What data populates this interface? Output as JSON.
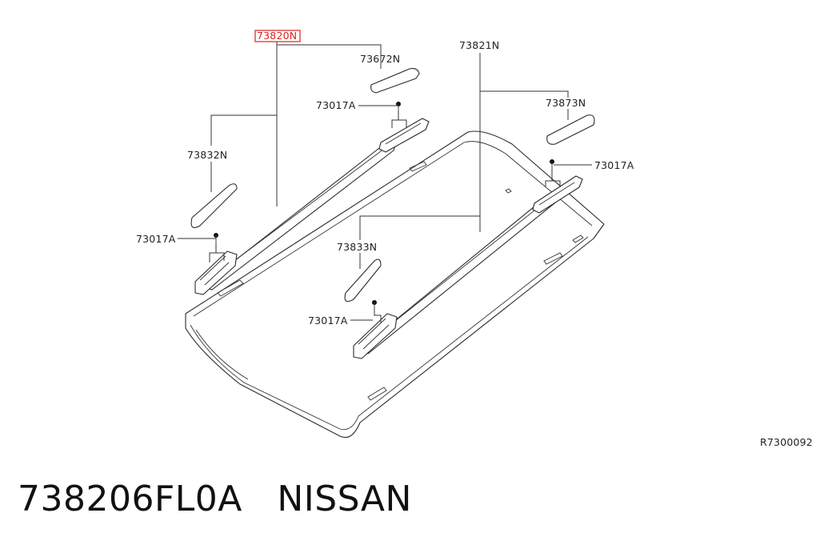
{
  "labels": {
    "main_part": "73820N",
    "right_rail": "73821N",
    "front_cover_left": "73672N",
    "fastener_a": "73017A",
    "fastener_b": "73017A",
    "fastener_c": "73017A",
    "fastener_d": "73017A",
    "rear_cover_left": "73832N",
    "front_cover_right": "73873N",
    "rear_cover_right": "73833N",
    "drawing_ref": "R7300092"
  },
  "highlight_color": "#e02020",
  "footer": {
    "part_number": "738206FL0A",
    "brand": "NISSAN"
  }
}
